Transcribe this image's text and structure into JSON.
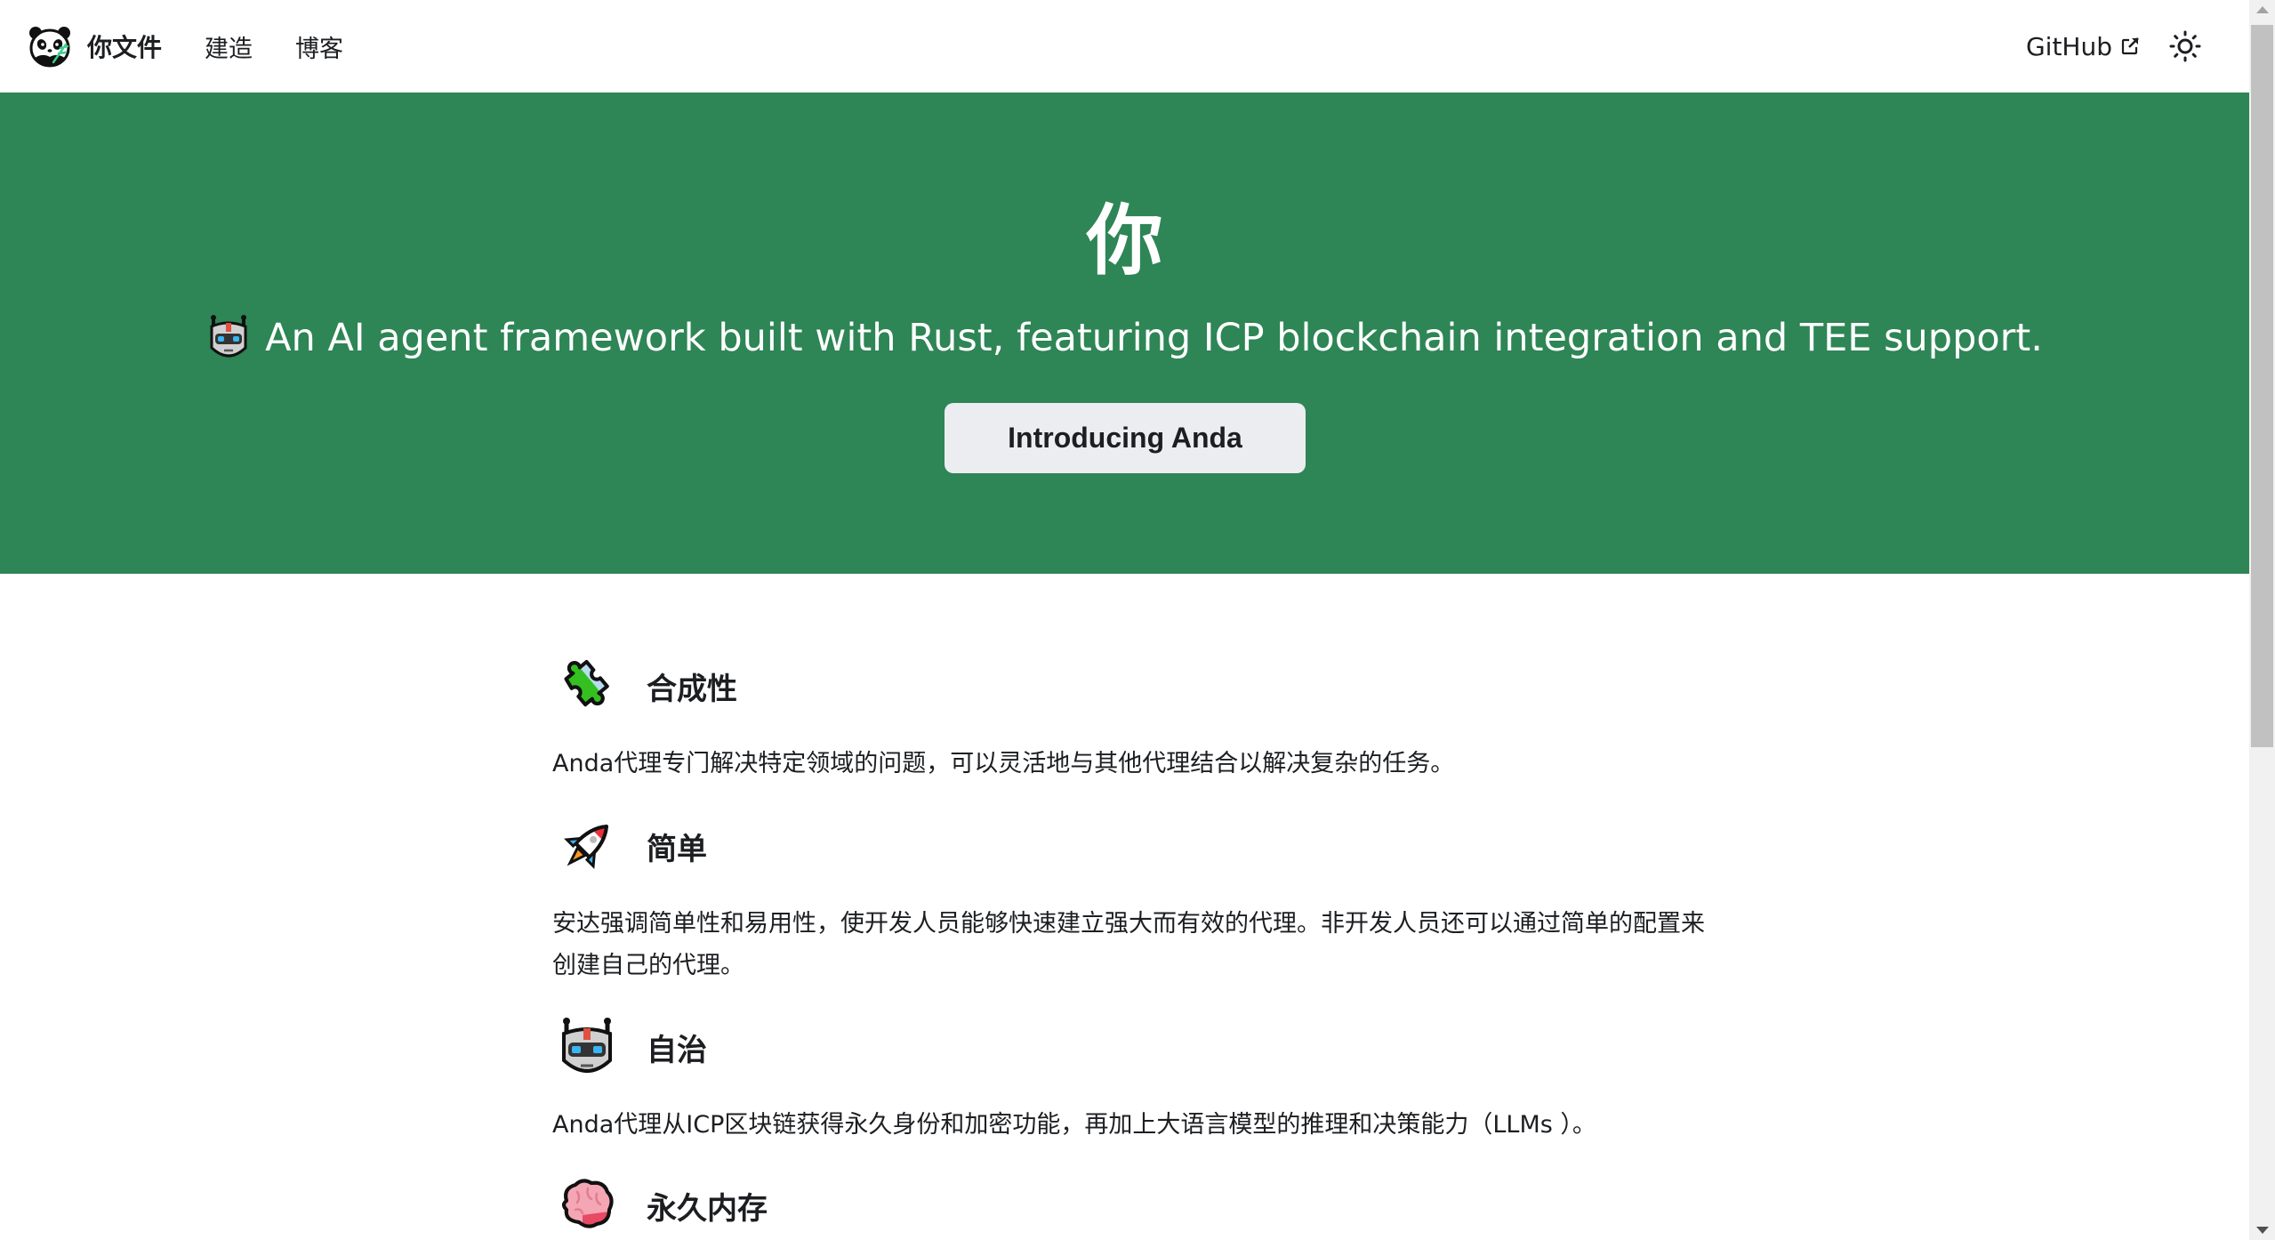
{
  "navbar": {
    "brand_title": "你文件",
    "logo_icon": "panda-icon",
    "links": [
      {
        "label": "建造"
      },
      {
        "label": "博客"
      }
    ],
    "github_label": "GitHub",
    "github_icon": "external-link-icon",
    "theme_toggle_icon": "sun-icon"
  },
  "hero": {
    "title": "你",
    "subtitle_icon": "robot-icon",
    "subtitle": "An AI agent framework built with Rust, featuring ICP blockchain integration and TEE support.",
    "button_label": "Introducing Anda",
    "background_color": "#2e8555",
    "button_color": "#ebedf0"
  },
  "features": [
    {
      "icon": "puzzle-piece-icon",
      "title": "合成性",
      "description": "Anda代理专门解决特定领域的问题，可以灵活地与其他代理结合以解决复杂的任务。"
    },
    {
      "icon": "rocket-icon",
      "title": "简单",
      "description": "安达强调简单性和易用性，使开发人员能够快速建立强大而有效的代理。非开发人员还可以通过简单的配置来创建自己的代理。"
    },
    {
      "icon": "robot-icon",
      "title": "自治",
      "description": "Anda代理从ICP区块链获得永久身份和加密功能，再加上大语言模型的推理和决策能力（LLMs ）。"
    },
    {
      "icon": "brain-icon",
      "title": "永久内存",
      "description": ""
    }
  ],
  "scrollbar": {
    "up_icon": "scroll-up-arrow-icon",
    "down_icon": "scroll-down-arrow-icon"
  }
}
